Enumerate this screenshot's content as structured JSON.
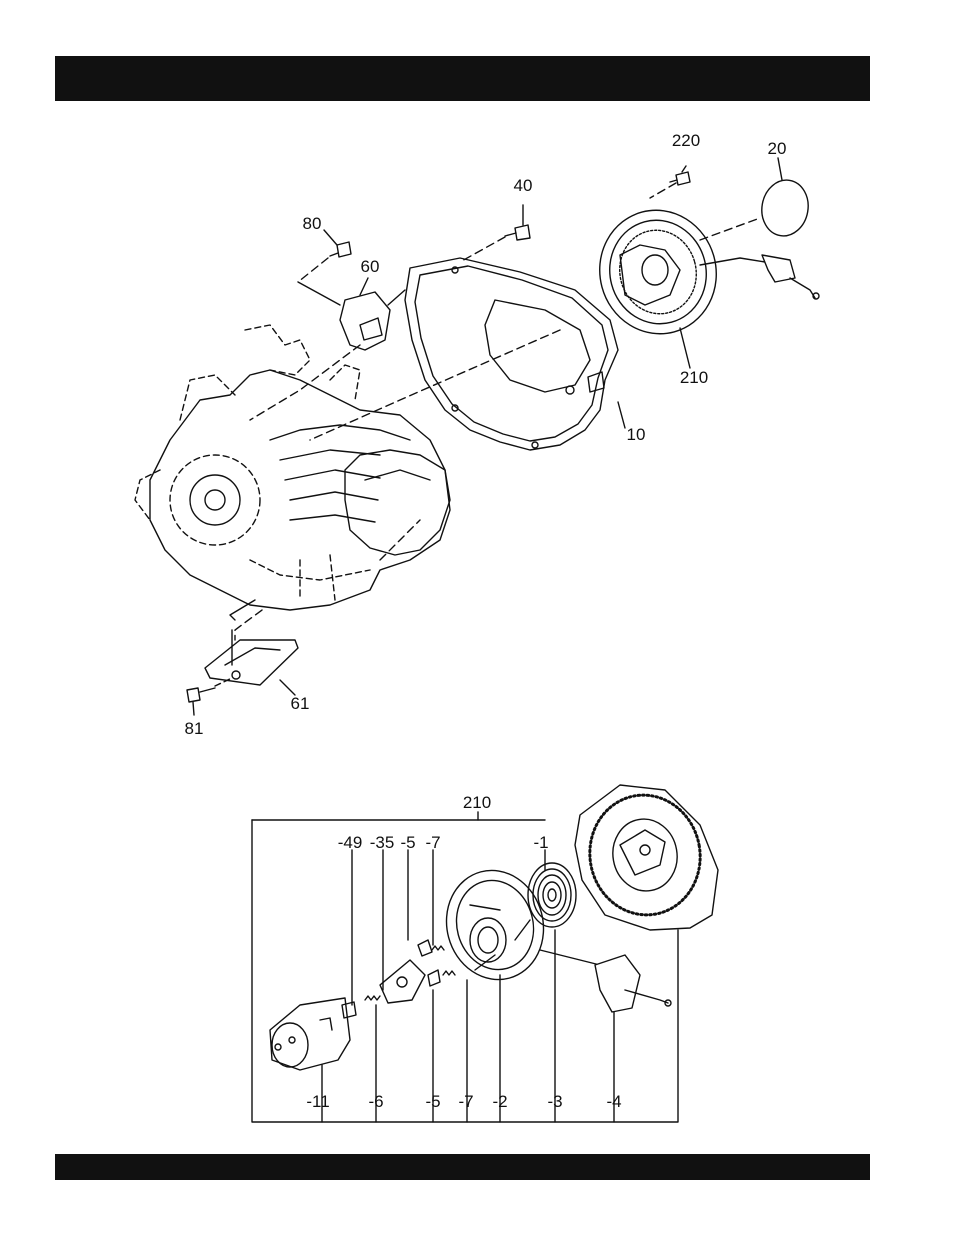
{
  "header_bar": {
    "color": "#111111"
  },
  "footer_bar": {
    "color": "#111111"
  },
  "upper_assembly": {
    "callouts": {
      "c220": "220",
      "c20": "20",
      "c40": "40",
      "c80": "80",
      "c60": "60",
      "c210": "210",
      "c10": "10",
      "c61": "61",
      "c81": "81"
    }
  },
  "recoil_starter_detail": {
    "assembly_callout": "210",
    "top_callouts": {
      "n49": "-49",
      "n35": "-35",
      "n5": "-5",
      "n7": "-7",
      "n1": "-1"
    },
    "bottom_callouts": {
      "n11": "-11",
      "n6": "-6",
      "n5": "-5",
      "n7": "-7",
      "n2": "-2",
      "n3": "-3",
      "n4": "-4"
    }
  },
  "icons": [
    "bolt-icon",
    "spring-icon",
    "handle-icon"
  ]
}
